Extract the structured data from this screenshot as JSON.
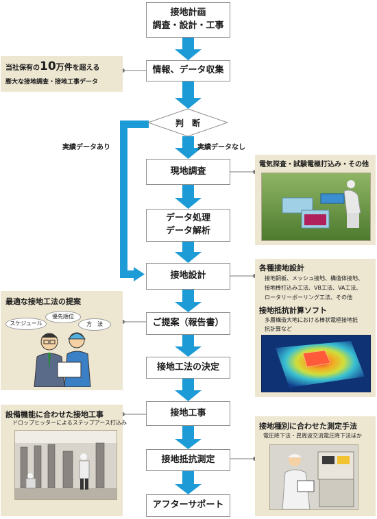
{
  "flow": {
    "start": {
      "line1": "接地計画",
      "line2": "調査・設計・工事"
    },
    "collect": "情報、データ収集",
    "decision": "判　断",
    "branch_yes": "実績データあり",
    "branch_no": "実績データなし",
    "survey": "現地調査",
    "process": {
      "line1": "データ処理",
      "line2": "データ解析"
    },
    "design": "接地設計",
    "proposal": "ご提案（報告書）",
    "decide": "接地工法の決定",
    "construct": "接地工事",
    "measure": "接地抵抗測定",
    "support": "アフターサポート"
  },
  "panels": {
    "data_note": {
      "pre": "当社保有の",
      "num": "10",
      "mid": "万件",
      "post": "を超える",
      "line2": "膨大な接地調査・接地工事データ"
    },
    "survey_note": {
      "title": "電気探査・試験電極打込み・その他"
    },
    "design_note": {
      "title": "各種接地設計",
      "lines": [
        "接地銅板、メッシュ接地、構造体接地、",
        "接地棒打込み工法、VB工法、VA工法、",
        "ロータリーボーリング工法、その他"
      ],
      "title2": "接地抵抗計算ソフト",
      "lines2": [
        "多層構造大地における棒状電極接地抵",
        "抗計算など"
      ]
    },
    "proposal_note": {
      "title": "最適な接地工法の提案",
      "bubbles": [
        "スケジュール",
        "優先順位",
        "方　法"
      ]
    },
    "construct_note": {
      "title": "設備機能に合わせた接地工事",
      "sub": "ドロップヒッターによるステップアース打込み"
    },
    "measure_note": {
      "title": "接地種別に合わせた測定手法",
      "sub": "電圧降下法・異周波交流電圧降下法ほか"
    }
  },
  "colors": {
    "arrow": "#1d9bd6",
    "panel": "#ede6d1",
    "box_border": "#8c8c8c"
  }
}
